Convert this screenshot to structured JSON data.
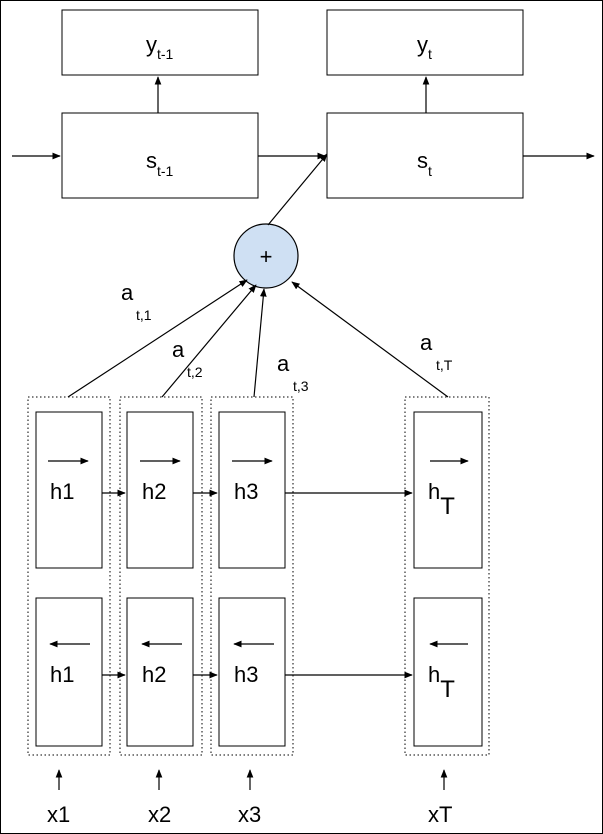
{
  "decoder": {
    "y_prev": {
      "base": "y",
      "sub": "t-1"
    },
    "y_curr": {
      "base": "y",
      "sub": "t"
    },
    "s_prev": {
      "base": "s",
      "sub": "t-1"
    },
    "s_curr": {
      "base": "s",
      "sub": "t"
    }
  },
  "combiner": {
    "symbol": "+",
    "fill_color": "#cfe0f3",
    "stroke_color": "#000000"
  },
  "attention_weights": [
    {
      "base": "a",
      "sub": "t,1"
    },
    {
      "base": "a",
      "sub": "t,2"
    },
    {
      "base": "a",
      "sub": "t,3"
    },
    {
      "base": "a",
      "sub": "t,T"
    }
  ],
  "encoder": {
    "columns": [
      {
        "forward": {
          "base": "h1",
          "sub": ""
        },
        "backward": {
          "base": "h1",
          "sub": ""
        },
        "input": "x1"
      },
      {
        "forward": {
          "base": "h2",
          "sub": ""
        },
        "backward": {
          "base": "h2",
          "sub": ""
        },
        "input": "x2"
      },
      {
        "forward": {
          "base": "h3",
          "sub": ""
        },
        "backward": {
          "base": "h3",
          "sub": ""
        },
        "input": "x3"
      },
      {
        "forward": {
          "base": "h",
          "sub": "T"
        },
        "backward": {
          "base": "h",
          "sub": "T"
        },
        "input": "xT"
      }
    ]
  }
}
